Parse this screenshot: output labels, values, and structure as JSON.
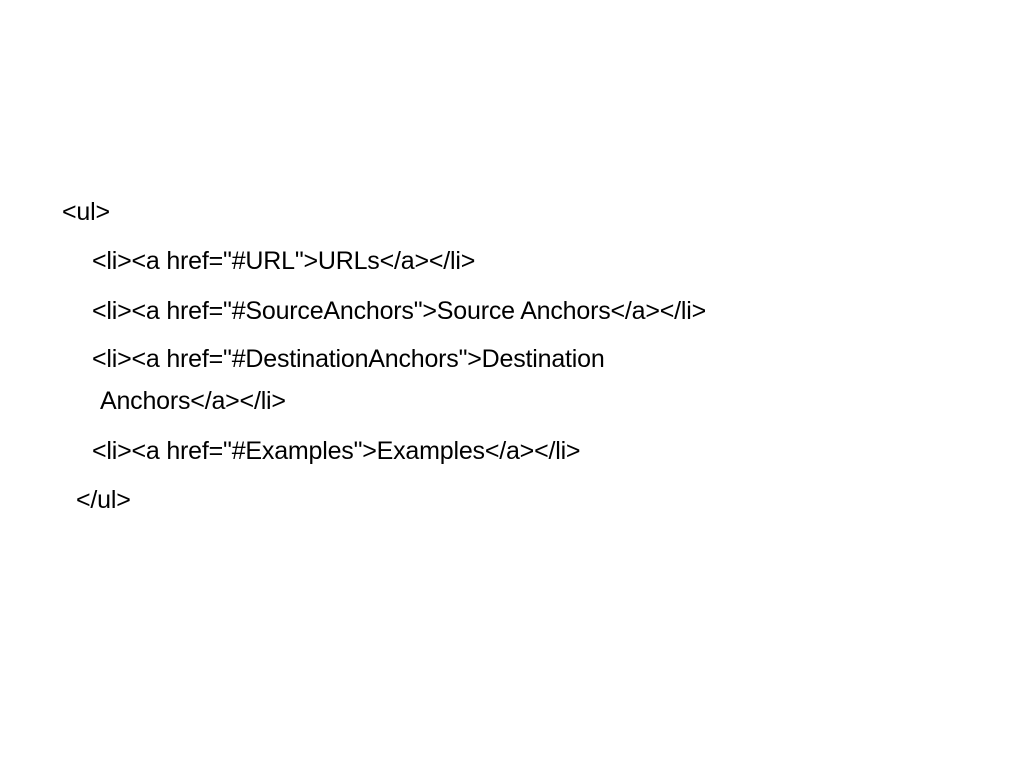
{
  "slide": {
    "lines": [
      "<ul>",
      "<li><a href=\"#URL\">URLs</a></li>",
      "<li><a href=\"#SourceAnchors\">Source Anchors</a></li>",
      "<li><a href=\"#DestinationAnchors\">Destination",
      "Anchors</a></li>",
      "<li><a href=\"#Examples\">Examples</a></li>",
      "</ul>"
    ]
  }
}
